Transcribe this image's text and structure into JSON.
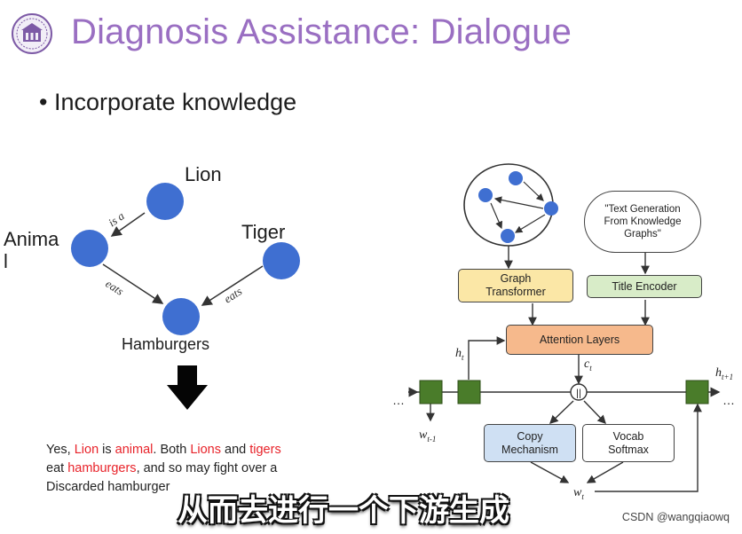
{
  "slide": {
    "title": "Diagnosis Assistance: Dialogue",
    "bullet": "Incorporate knowledge"
  },
  "graph": {
    "nodes": {
      "lion": "Lion",
      "animal_line1": "Anima",
      "animal_line2": "l",
      "tiger": "Tiger",
      "hamburgers": "Hamburgers"
    },
    "edges": {
      "is_a": "is a",
      "eats_left": "eats",
      "eats_right": "eats"
    },
    "colors": {
      "node": "#3f6fd1",
      "title": "#9a6fc2",
      "highlight": "#e8232a"
    }
  },
  "example": {
    "t1": "Yes, ",
    "lion": "Lion",
    "t2": " is ",
    "animal": "animal",
    "t3": ". Both ",
    "lions": "Lions",
    "t4": " and ",
    "tigers": "tigers",
    "t5": "eat ",
    "hamburgers": "hamburgers",
    "t6": ", and so may fight over a",
    "t7": "Discarded hamburger"
  },
  "architecture": {
    "input_text": "\"Text Generation From Knowledge Graphs\"",
    "graph_transformer": "Graph Transformer",
    "title_encoder": "Title Encoder",
    "attention_layers": "Attention Layers",
    "copy_mechanism": "Copy Mechanism",
    "vocab_softmax": "Vocab Softmax",
    "h_t": "h",
    "h_t_sub": "t",
    "c_t": "c",
    "c_t_sub": "t",
    "h_t1": "h",
    "h_t1_sub": "t+1",
    "w_prev": "w",
    "w_prev_sub": "t-1",
    "w_t": "w",
    "w_t_sub": "t",
    "dots_left": "…",
    "dots_right": "…",
    "concat": "||",
    "colors": {
      "graph_transformer": "#fbe7a6",
      "title_encoder": "#d8ecc8",
      "attention": "#f6b98c",
      "copy": "#cfe0f3",
      "rnn_cell": "#4a7c2a"
    }
  },
  "subtitle": "从而去进行一个下游生成",
  "watermark": "CSDN @wangqiaowq"
}
